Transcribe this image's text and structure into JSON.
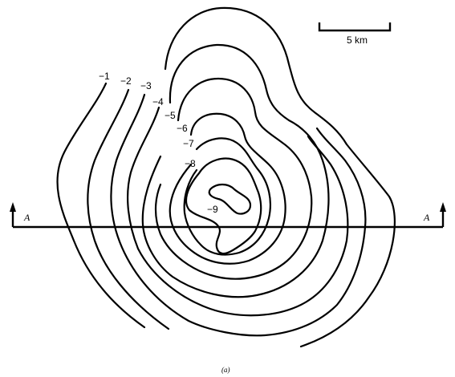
{
  "scale_bar": {
    "label": "5 km"
  },
  "section": {
    "left_label": "A",
    "right_label": "A"
  },
  "contour_labels": [
    "−1",
    "−2",
    "−3",
    "−4",
    "−5",
    "−6",
    "−7",
    "−8",
    "−9"
  ],
  "caption": "(a)"
}
